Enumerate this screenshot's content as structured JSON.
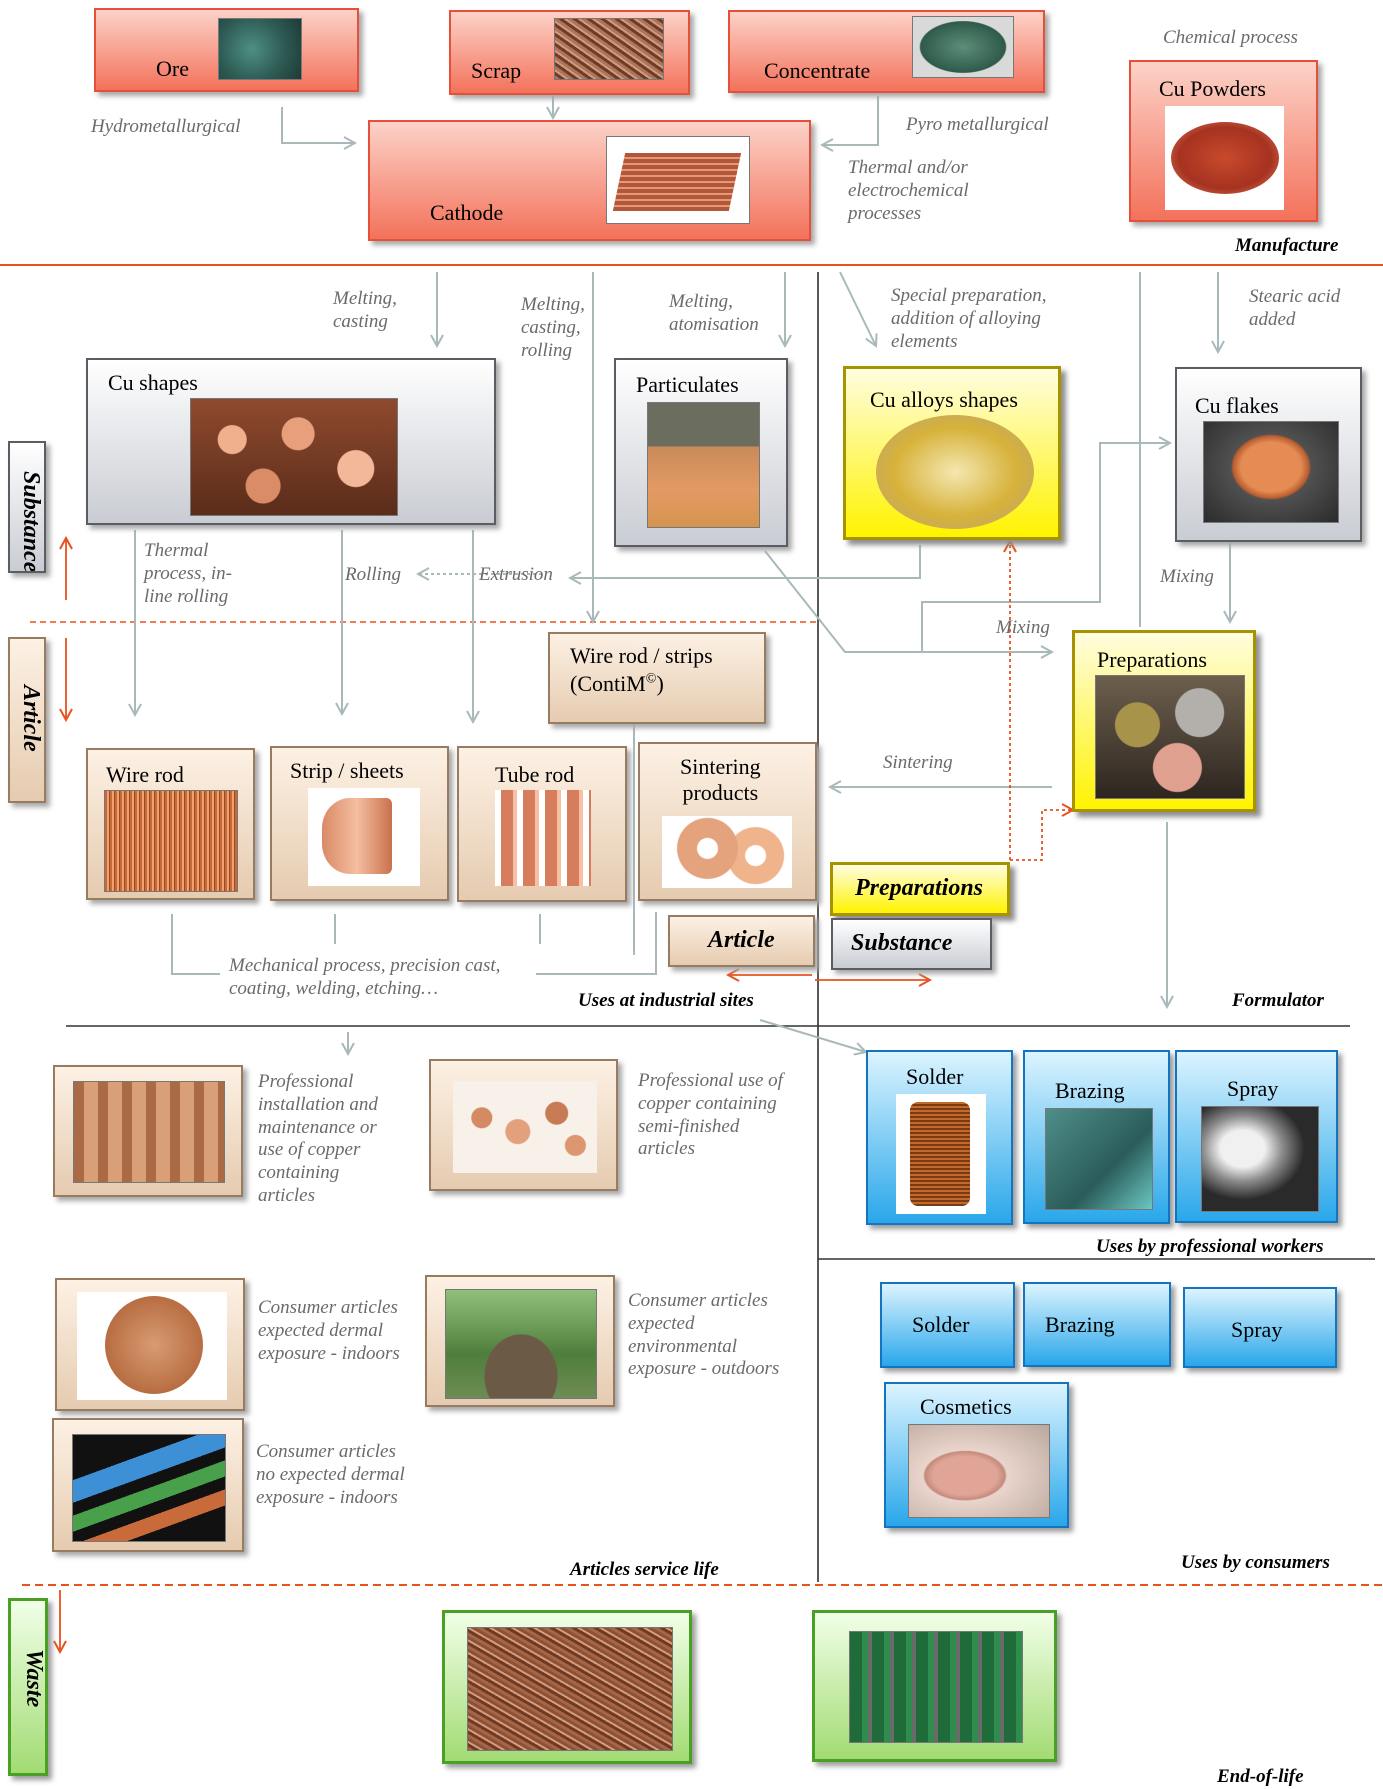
{
  "manufacture": {
    "ore": "Ore",
    "scrap": "Scrap",
    "concentrate": "Concentrate",
    "cathode": "Cathode",
    "cu_powders": "Cu Powders",
    "chemical_process": "Chemical process",
    "hydrometallurgical": "Hydrometallurgical",
    "pyro_metallurgical": "Pyro metallurgical",
    "thermal_electrochemical": [
      "Thermal and/or",
      "electrochemical",
      "processes"
    ],
    "section": "Manufacture"
  },
  "industrial": {
    "melting_casting": [
      "Melting,",
      "casting"
    ],
    "melting_casting_rolling": [
      "Melting,",
      "casting,",
      "rolling"
    ],
    "melting_atomisation": [
      "Melting,",
      "atomisation"
    ],
    "special_prep": [
      "Special preparation,",
      "addition of alloying",
      "elements"
    ],
    "stearic_acid": [
      "Stearic acid",
      "added"
    ],
    "cu_shapes": "Cu shapes",
    "particulates": "Particulates",
    "cu_alloys_shapes": "Cu alloys shapes",
    "cu_flakes": "Cu flakes",
    "thermal_process": [
      "Thermal",
      "process, in-",
      "line rolling"
    ],
    "rolling": "Rolling",
    "extrusion": "Extrusion",
    "mixing_1": "Mixing",
    "mixing_2": "Mixing",
    "preparations": "Preparations",
    "wire_rod_strips": "Wire rod / strips",
    "contim": "(ContiM",
    "contim_sup": "©",
    "contim_end": ")",
    "wire_rod": "Wire rod",
    "strip_sheets": "Strip / sheets",
    "tube_rod": "Tube rod",
    "sintering_products": [
      "Sintering",
      "products"
    ],
    "sintering": "Sintering",
    "legend_preparations": "Preparations",
    "legend_article": "Article",
    "legend_substance": "Substance",
    "mechanical_process": [
      "Mechanical process, precision cast,",
      "coating, welding, etching…"
    ],
    "section_industrial": "Uses at industrial sites",
    "section_formulator": "Formulator"
  },
  "side_tabs": {
    "substance": "Substance",
    "article": "Article",
    "waste": "Waste"
  },
  "service_life": {
    "prof_install": [
      "Professional",
      "installation and",
      "maintenance or",
      "use of copper",
      "containing",
      "articles"
    ],
    "prof_use": [
      "Professional use of",
      "copper containing",
      "semi-finished",
      "articles"
    ],
    "consumer_dermal_indoors": [
      "Consumer articles",
      "expected dermal",
      "exposure - indoors"
    ],
    "consumer_env_outdoors": [
      "Consumer articles",
      "expected",
      "environmental",
      "exposure - outdoors"
    ],
    "consumer_no_dermal": [
      "Consumer articles",
      "no expected dermal",
      "exposure - indoors"
    ],
    "section": "Articles service life"
  },
  "professional": {
    "solder": "Solder",
    "brazing": "Brazing",
    "spray": "Spray",
    "section": "Uses by professional workers"
  },
  "consumers": {
    "solder": "Solder",
    "brazing": "Brazing",
    "spray": "Spray",
    "cosmetics": "Cosmetics",
    "section": "Uses by consumers"
  },
  "end_of_life": {
    "section": "End-of-life"
  },
  "colors": {
    "arrow_grey": "#a9b9b9",
    "orange": "#e8521c",
    "manufacture_fill": "#f3725b",
    "preparation_fill": "#fff300",
    "professional_fill": "#29a7ea",
    "waste_fill": "#a2db73"
  }
}
